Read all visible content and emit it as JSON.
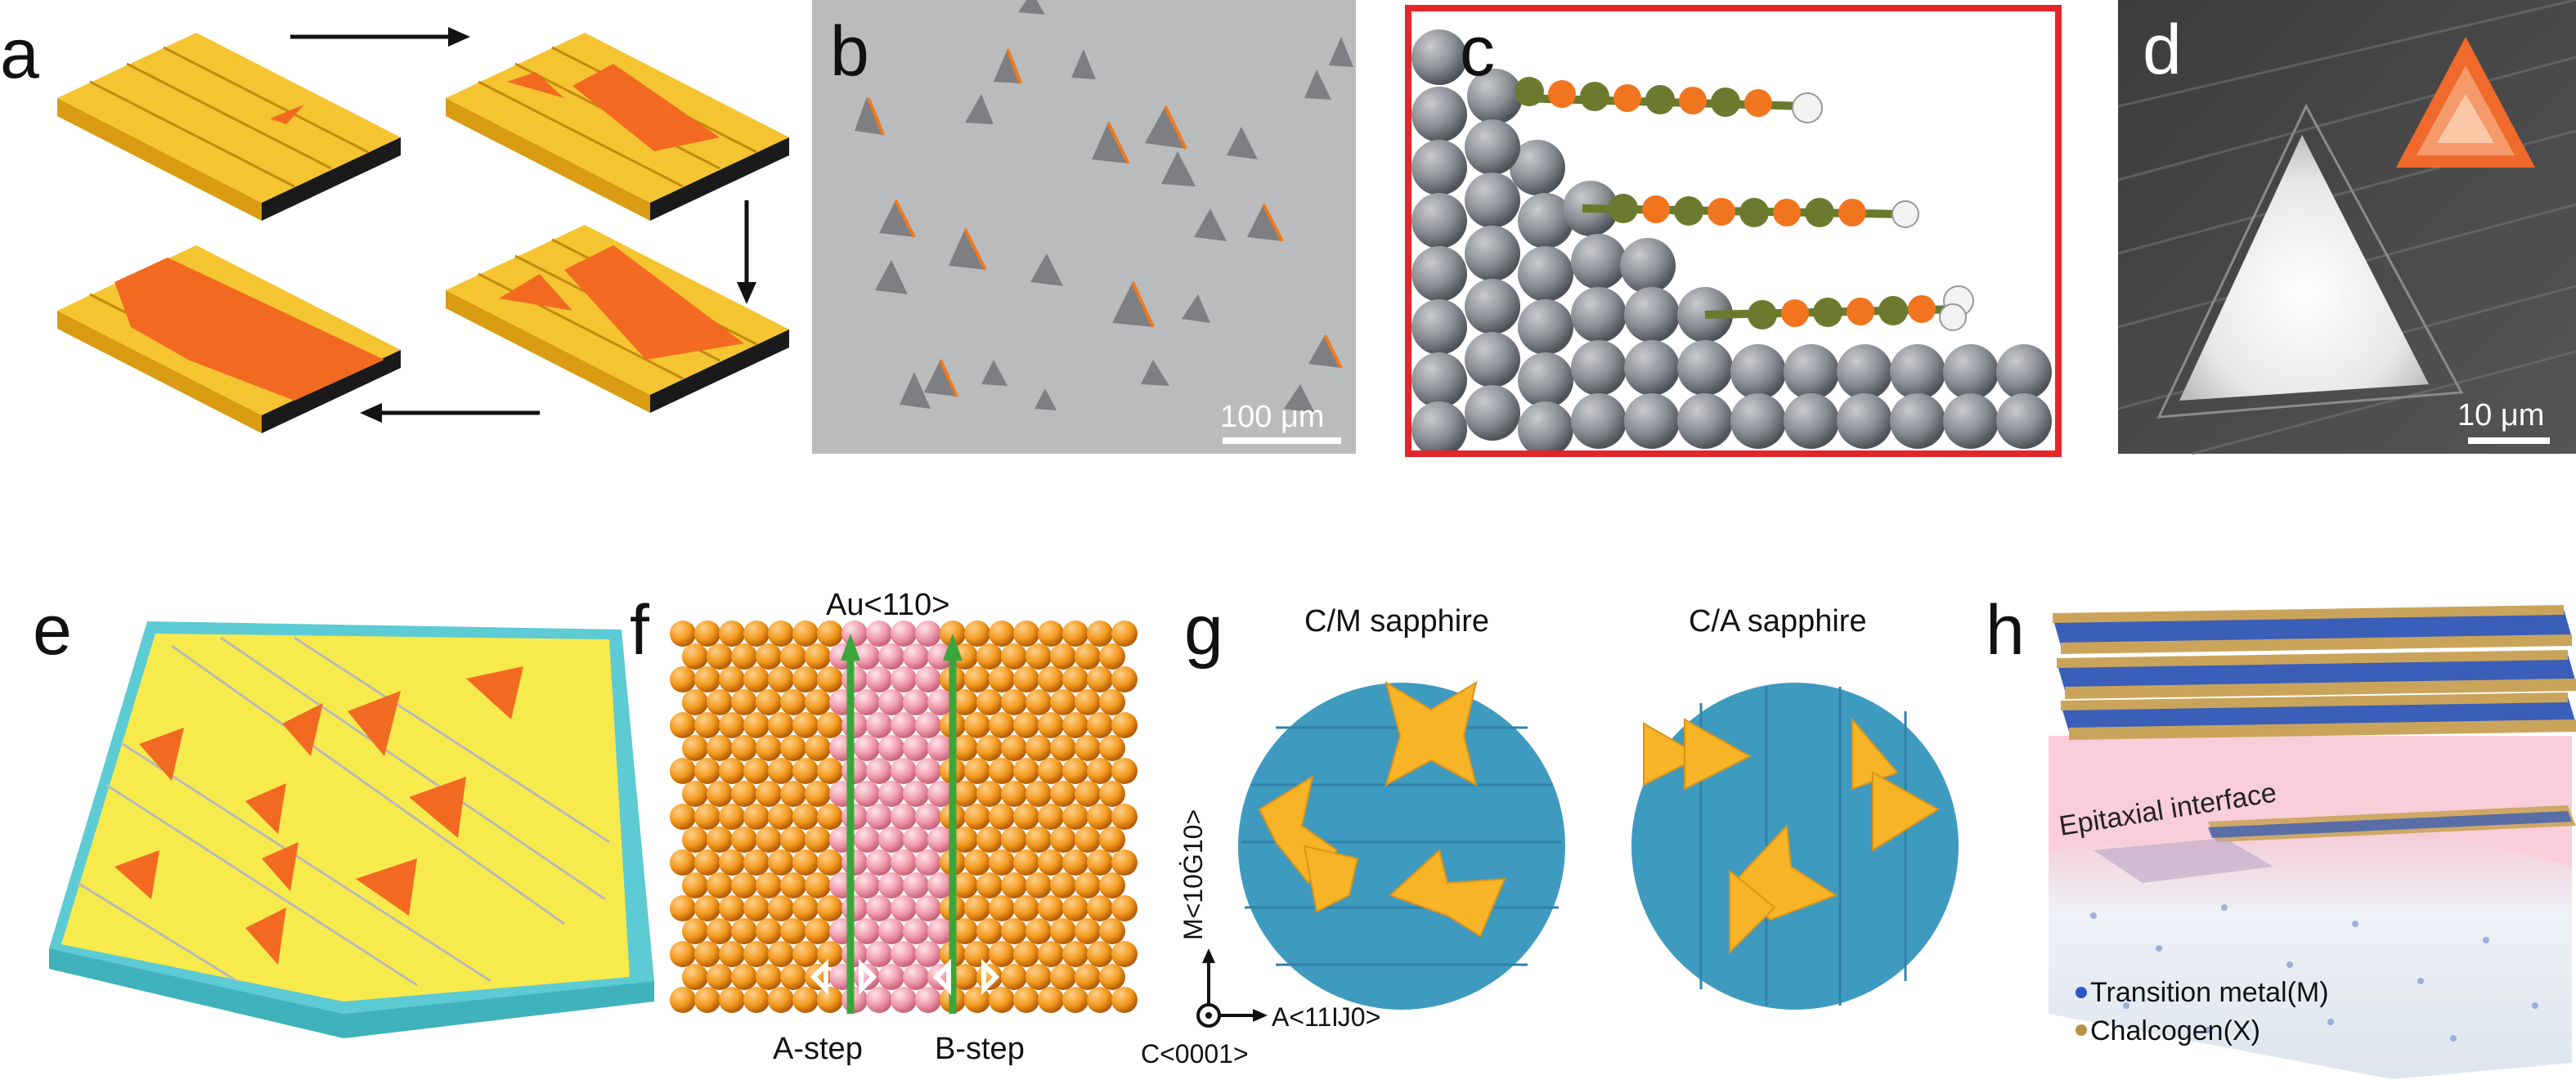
{
  "panels": {
    "a": {
      "label": "a"
    },
    "b": {
      "label": "b",
      "scale_bar": "100 μm"
    },
    "c": {
      "label": "c"
    },
    "d": {
      "label": "d",
      "scale_bar": "10 μm"
    },
    "e": {
      "label": "e"
    },
    "f": {
      "label": "f",
      "direction": "Au<110>",
      "step_a": "A-step",
      "step_b": "B-step"
    },
    "g": {
      "label": "g",
      "left_title": "C/M sapphire",
      "right_title": "C/A sapphire",
      "axis_m": "M<10Ġ10>",
      "axis_a": "A<11Ĳ0>",
      "axis_c": "C<0001>"
    },
    "h": {
      "label": "h",
      "interface": "Epitaxial interface",
      "legend_metal": "Transition metal(M)",
      "legend_chalcogen": "Chalcogen(X)"
    }
  },
  "colors": {
    "gold": "#f2c22a",
    "orange": "#f26a22",
    "teal": "#5fcad0",
    "sapphire": "#3f9ac0",
    "red_frame": "#e2262a"
  }
}
